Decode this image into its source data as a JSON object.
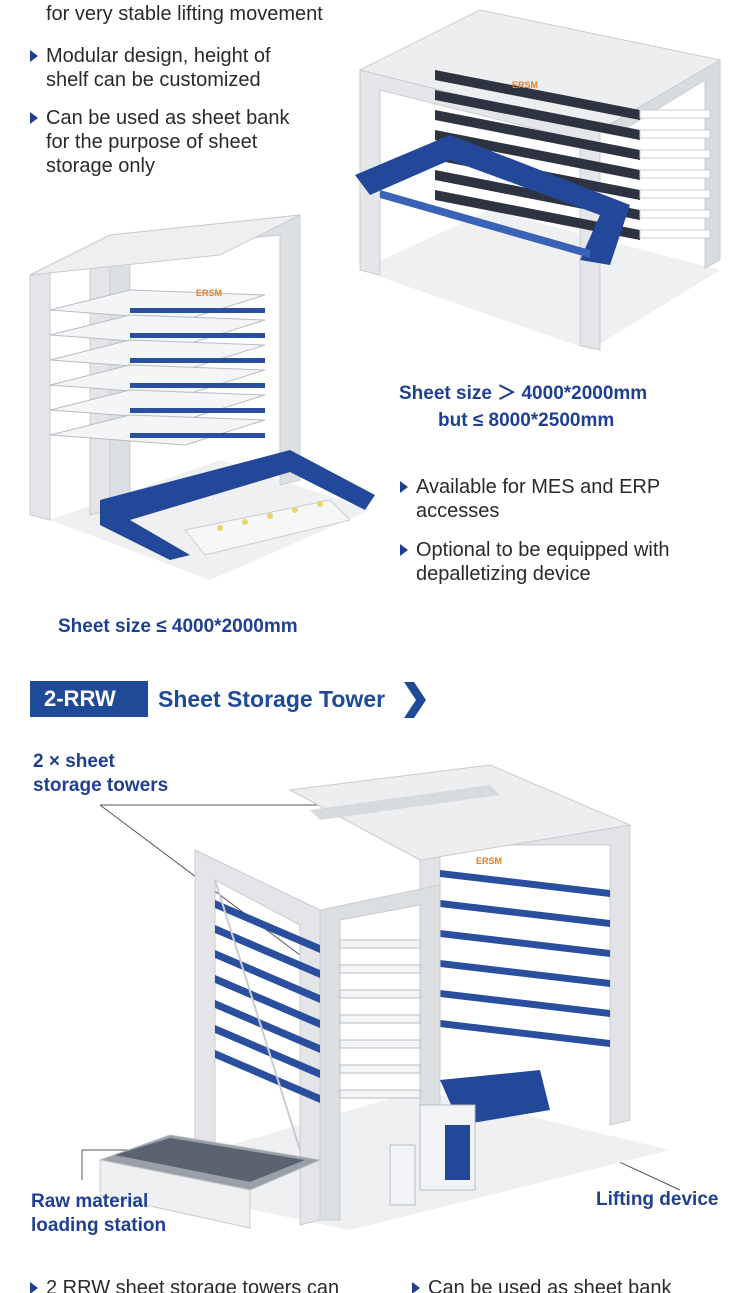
{
  "top_bullets": [
    "for very stable lifting movement",
    "Modular design, height of\nshelf can be customized",
    "Can be used as sheet bank\nfor the purpose of sheet\nstorage only"
  ],
  "right_info": {
    "sheet_size_line1": "Sheet size ＞ 4000*2000mm",
    "sheet_size_line2": "but ≤ 8000*2500mm"
  },
  "right_bullets": [
    "Available for MES and ERP\naccesses",
    "Optional to be equipped with\ndepalletizing device"
  ],
  "left_caption": "Sheet size ≤ 4000*2000mm",
  "section": {
    "badge": "2-RRW",
    "title": "Sheet Storage Tower"
  },
  "callouts": {
    "towers": "2 × sheet\nstorage towers",
    "raw_material": "Raw material\nloading station",
    "lifting": "Lifting device"
  },
  "bottom_bullets": [
    "2 RRW sheet storage towers can",
    "Can be used as sheet bank"
  ],
  "brand_logo": "ERSM",
  "colors": {
    "accent_blue": "#1f4a98",
    "frame_gray": "#e6e8ea",
    "logo_orange": "#e67e22"
  }
}
